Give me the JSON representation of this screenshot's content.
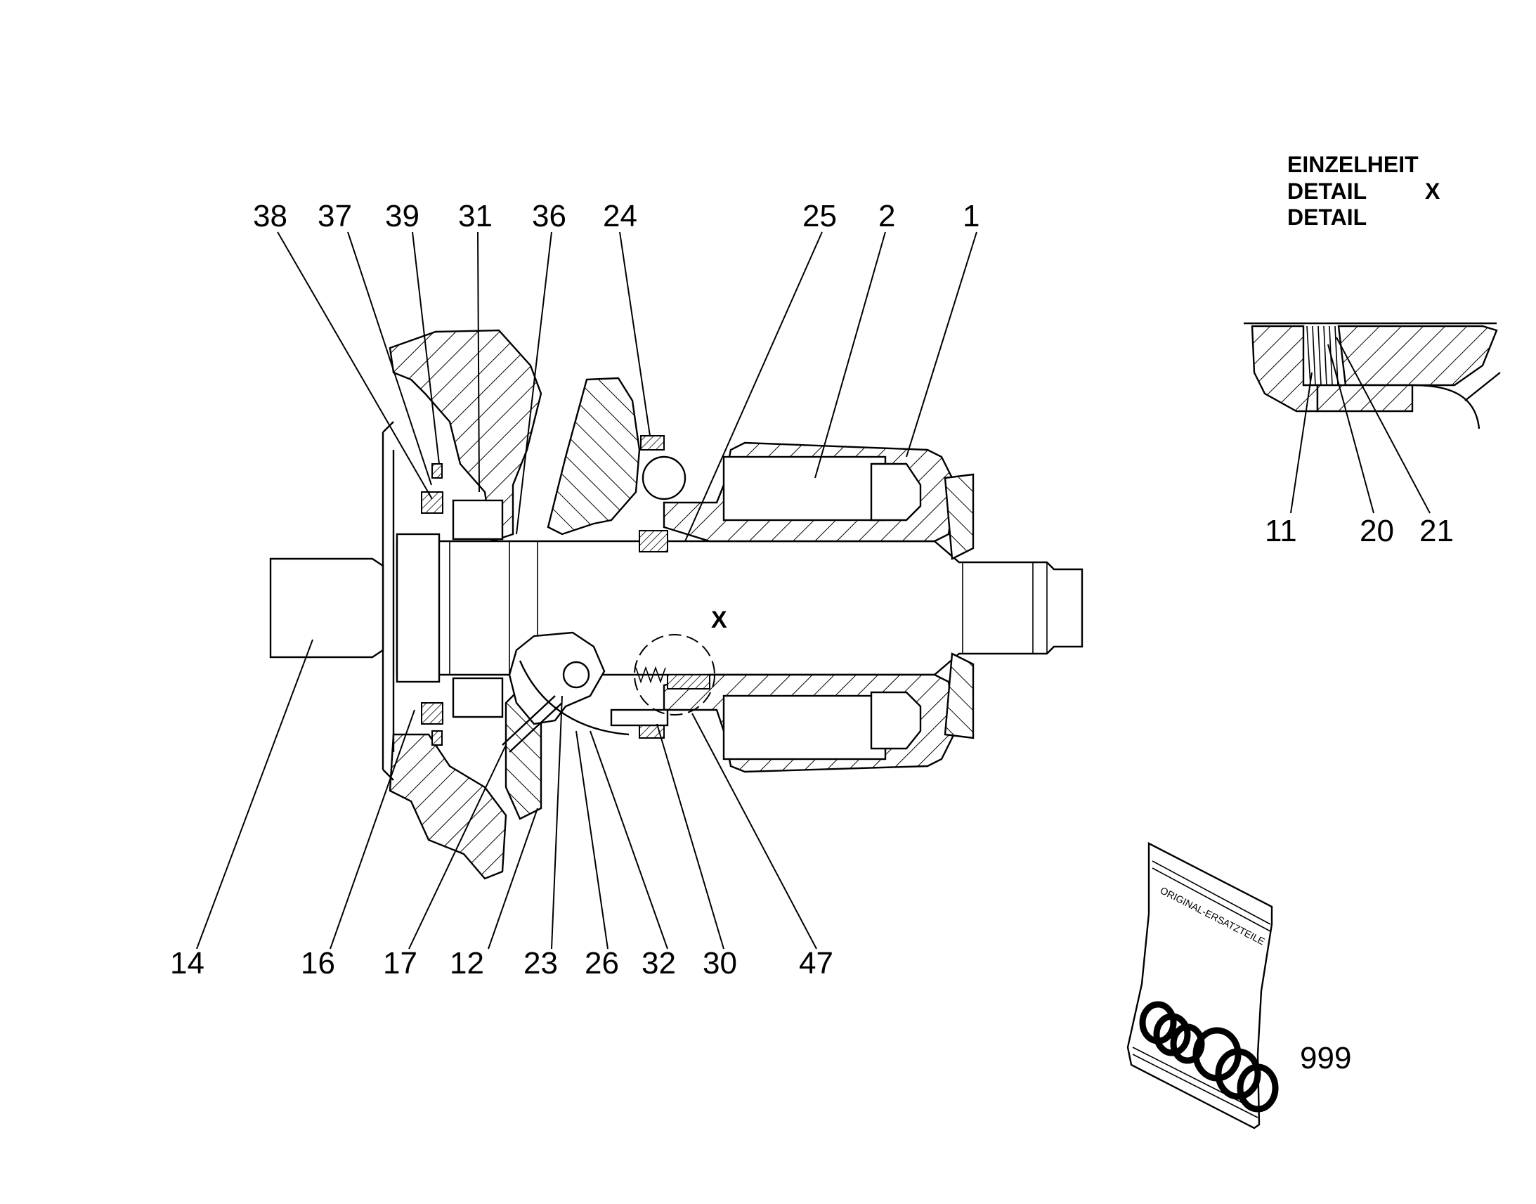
{
  "detail_header": {
    "line1": "EINZELHEIT",
    "line2": "DETAIL",
    "line3": "DETAIL",
    "ref": "X"
  },
  "detail_marker": "X",
  "part_labels": {
    "p38": "38",
    "p37": "37",
    "p39": "39",
    "p31": "31",
    "p36": "36",
    "p24": "24",
    "p25": "25",
    "p2": "2",
    "p1": "1",
    "p14": "14",
    "p16": "16",
    "p17": "17",
    "p12": "12",
    "p23": "23",
    "p26": "26",
    "p32": "32",
    "p30": "30",
    "p47": "47",
    "p11": "11",
    "p20": "20",
    "p21": "21",
    "p999": "999"
  },
  "bag_text": "ORIGINAL-ERSATZTEILE"
}
